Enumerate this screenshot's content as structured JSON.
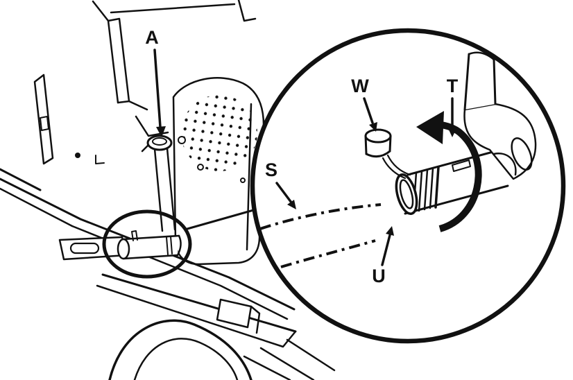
{
  "figure": {
    "labels": {
      "a": "A",
      "w": "W",
      "t": "T",
      "s": "S",
      "u": "U"
    },
    "colors": {
      "line": "#111111",
      "background": "#ffffff"
    }
  }
}
